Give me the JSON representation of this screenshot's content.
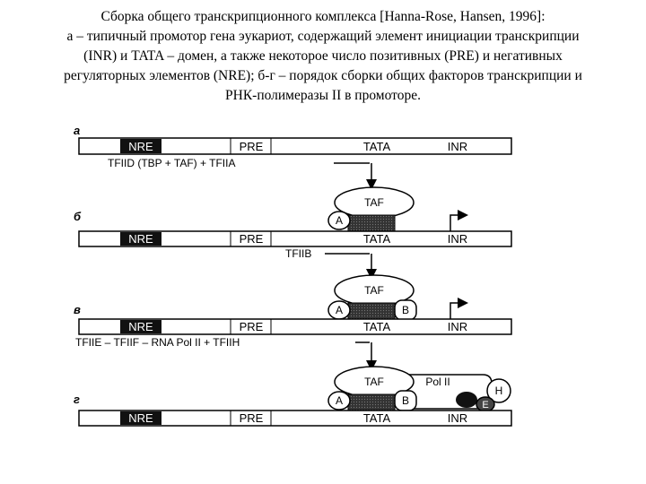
{
  "caption": {
    "title": "Сборка общего транскрипционного комплекса [Hanna-Rose, Hansen, 1996]:",
    "line2": "а – типичный промотор гена эукариот, содержащий элемент инициации транскрипции",
    "line3": "(INR) и TATA – домен, а также некоторое число позитивных (PRE) и негативных",
    "line4": "регуляторных элементов (NRE);  б-г – порядок сборки общих факторов транскрипции и",
    "line5": "РНК-полимеразы II в  промоторе."
  },
  "figure": {
    "panel_labels": [
      "а",
      "б",
      "в",
      "г"
    ],
    "promoter": {
      "nre": "NRE",
      "pre": "PRE",
      "tata": "TATA",
      "inr": "INR"
    },
    "factors": {
      "taf": "TAF",
      "a": "A",
      "b": "B",
      "pol": "Pol II",
      "h": "H",
      "e": "E"
    },
    "steps": {
      "step1": "TFIID (TBP + TAF) + TFIIA",
      "step2": "TFIIB",
      "step3": "TFIIE – TFIIF – RNA Pol II + TFIIH"
    }
  }
}
